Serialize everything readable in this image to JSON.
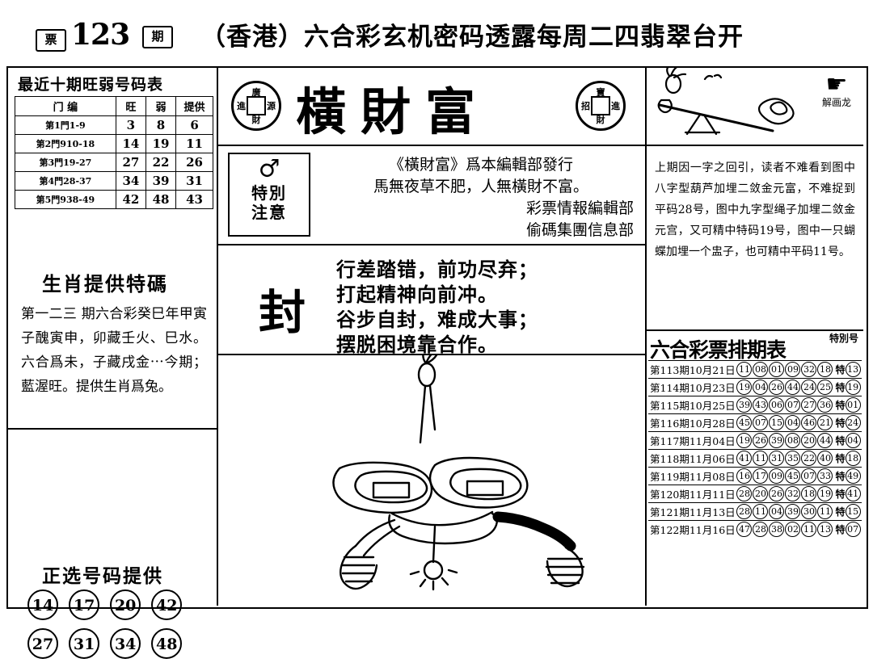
{
  "header": {
    "issue_number": "123",
    "stamp_left": "票",
    "stamp_right": "期",
    "title": "（香港）六合彩玄机密码透露每周二四翡翠台开"
  },
  "left": {
    "table_caption": "最近十期旺弱号码表",
    "columns": [
      "门  编",
      "旺",
      "弱",
      "提供"
    ],
    "rows": [
      {
        "label": "第1門1-9",
        "wang": "3",
        "ruo": "8",
        "tigong": "6"
      },
      {
        "label": "第2門910-18",
        "wang": "14",
        "ruo": "19",
        "tigong": "11"
      },
      {
        "label": "第3門19-27",
        "wang": "27",
        "ruo": "22",
        "tigong": "26"
      },
      {
        "label": "第4門28-37",
        "wang": "34",
        "ruo": "39",
        "tigong": "31"
      },
      {
        "label": "第5門938-49",
        "wang": "42",
        "ruo": "48",
        "tigong": "43"
      }
    ],
    "section_title": "生肖提供特碼",
    "paragraph": "第一二三 期六合彩癸巳年甲寅子醜寅申，卯藏壬火、巳水。六合爲未，子藏戌金⋯今期；藍渥旺。提供生肖爲兔。",
    "picks_title": "正选号码提供",
    "picks": [
      "14",
      "17",
      "20",
      "42",
      "27",
      "31",
      "34",
      "48"
    ]
  },
  "middle": {
    "seal_left": {
      "t": "廣",
      "l": "進",
      "r": "源",
      "b": "財"
    },
    "seal_right": {
      "t": "寶",
      "l": "招",
      "r": "進",
      "b": "財"
    },
    "big_title": "橫財富",
    "attention": {
      "glyph": "♂",
      "line1": "特別",
      "line2": "注意"
    },
    "lines": [
      "《橫財富》爲本編輯部發行",
      "馬無夜草不肥，人無橫財不富。",
      "彩票情報編輯部",
      "偷碼集團信息部"
    ],
    "poem_char": "封",
    "poem": [
      "行差踏错，前功尽弃；",
      "打起精神向前冲。",
      "谷步自封，难成大事；",
      "摆脱困境靠合作。"
    ]
  },
  "right": {
    "hand_label": "解画龙",
    "note": "上期因一字之回引，读者不难看到图中八字型葫芦加埋二敛金元富，不难捉到平码28号，图中九字型绳子加埋二敛金元宫，又可精中特码19号，图中一只蝴蝶加埋一个盅子，也可精中平码11号。",
    "table_title": "六合彩票排期表",
    "table_special_header": "特別号",
    "rows": [
      {
        "date": "第113期10月21日",
        "balls": [
          "11",
          "08",
          "01",
          "09",
          "32",
          "18"
        ],
        "sp_label": "特",
        "sp": "13"
      },
      {
        "date": "第114期10月23日",
        "balls": [
          "19",
          "04",
          "26",
          "44",
          "24",
          "25"
        ],
        "sp_label": "特",
        "sp": "19"
      },
      {
        "date": "第115期10月25日",
        "balls": [
          "39",
          "43",
          "06",
          "07",
          "27",
          "36"
        ],
        "sp_label": "特",
        "sp": "01"
      },
      {
        "date": "第116期10月28日",
        "balls": [
          "45",
          "07",
          "15",
          "04",
          "46",
          "21"
        ],
        "sp_label": "特",
        "sp": "24"
      },
      {
        "date": "第117期11月04日",
        "balls": [
          "19",
          "26",
          "39",
          "08",
          "20",
          "44"
        ],
        "sp_label": "特",
        "sp": "04"
      },
      {
        "date": "第118期11月06日",
        "balls": [
          "41",
          "11",
          "31",
          "35",
          "22",
          "40"
        ],
        "sp_label": "特",
        "sp": "18"
      },
      {
        "date": "第119期11月08日",
        "balls": [
          "16",
          "17",
          "09",
          "45",
          "07",
          "33"
        ],
        "sp_label": "特",
        "sp": "49"
      },
      {
        "date": "第120期11月11日",
        "balls": [
          "28",
          "20",
          "26",
          "32",
          "18",
          "19"
        ],
        "sp_label": "特",
        "sp": "41"
      },
      {
        "date": "第121期11月13日",
        "balls": [
          "28",
          "11",
          "04",
          "39",
          "30",
          "11"
        ],
        "sp_label": "特",
        "sp": "15"
      },
      {
        "date": "第122期11月16日",
        "balls": [
          "47",
          "28",
          "38",
          "02",
          "11",
          "13"
        ],
        "sp_label": "特",
        "sp": "07"
      }
    ]
  }
}
